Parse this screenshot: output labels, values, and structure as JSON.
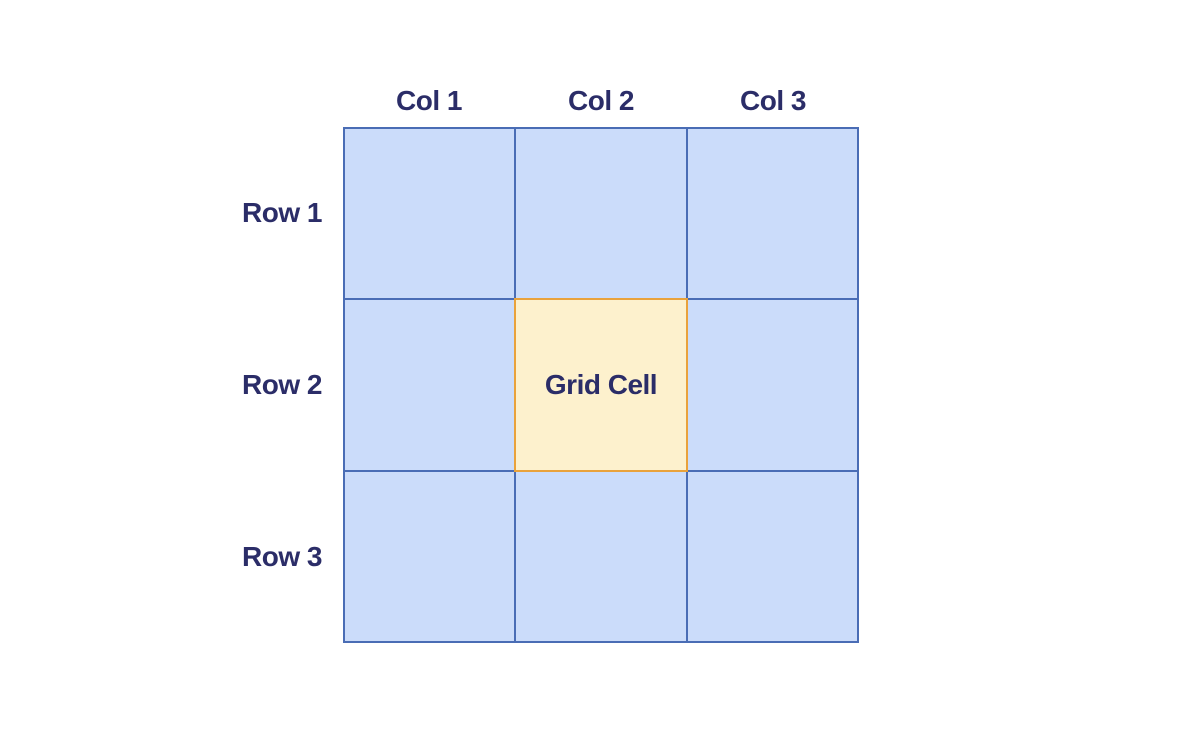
{
  "grid": {
    "column_labels": [
      "Col 1",
      "Col 2",
      "Col 3"
    ],
    "row_labels": [
      "Row 1",
      "Row 2",
      "Row 3"
    ],
    "highlighted_cell": {
      "row": "Row 2",
      "column": "Col 2",
      "label": "Grid Cell"
    },
    "colors": {
      "cell_fill": "#cbdcfa",
      "cell_border": "#4a6db5",
      "highlight_fill": "#fdf1cd",
      "highlight_border": "#e9a23b",
      "label_text": "#2b2d68"
    }
  }
}
